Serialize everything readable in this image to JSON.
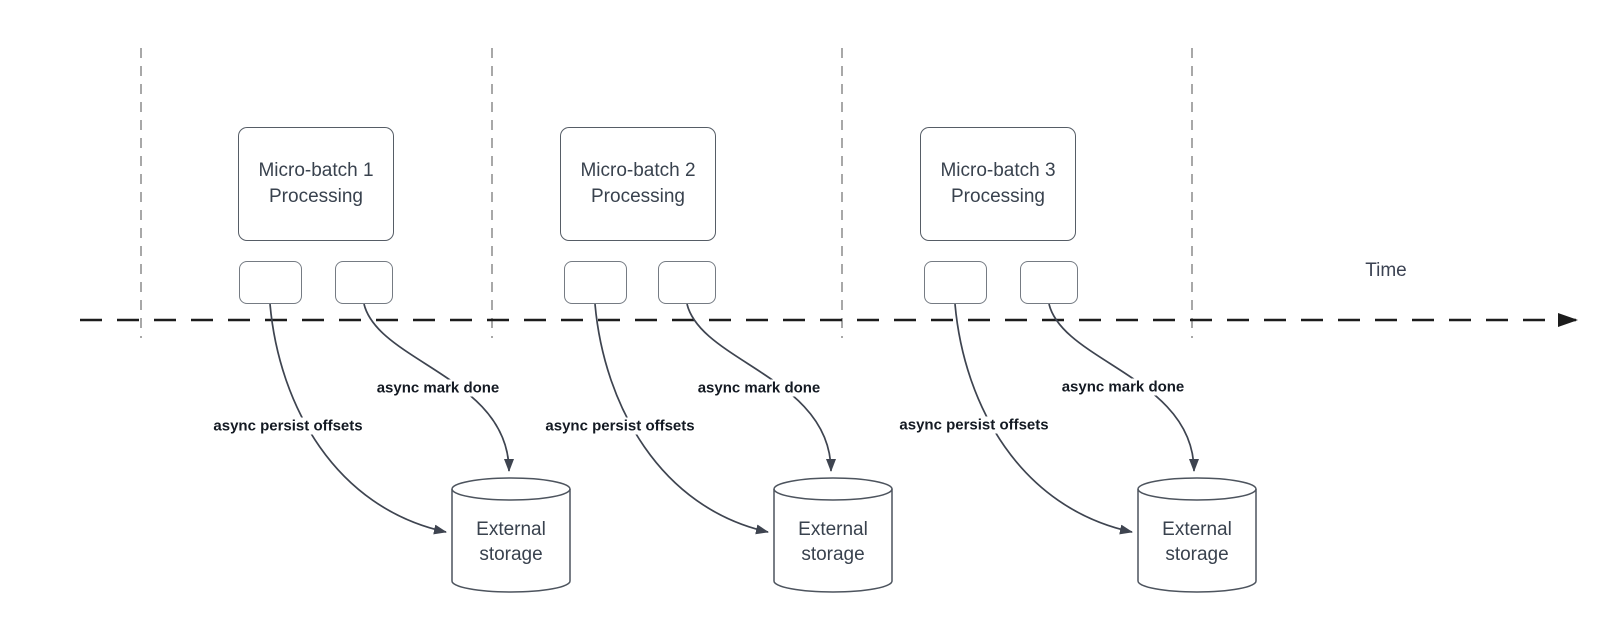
{
  "diagram": {
    "time_axis_label": "Time",
    "colors": {
      "edge_stroke": "#3e4450",
      "timeline_stroke": "#1c1c1c",
      "lane_divider_stroke": "#a8a8a8",
      "shape_border": "#565d66",
      "shape_text": "#39424e",
      "edge_label_text": "#141a23"
    },
    "groups": [
      {
        "title_line1": "Micro-batch 1",
        "title_line2": "Processing",
        "persist_label": "async persist offsets",
        "mark_done_label": "async mark done",
        "storage_line1": "External",
        "storage_line2": "storage"
      },
      {
        "title_line1": "Micro-batch 2",
        "title_line2": "Processing",
        "persist_label": "async persist offsets",
        "mark_done_label": "async mark done",
        "storage_line1": "External",
        "storage_line2": "storage"
      },
      {
        "title_line1": "Micro-batch 3",
        "title_line2": "Processing",
        "persist_label": "async persist offsets",
        "mark_done_label": "async mark done",
        "storage_line1": "External",
        "storage_line2": "storage"
      }
    ]
  }
}
